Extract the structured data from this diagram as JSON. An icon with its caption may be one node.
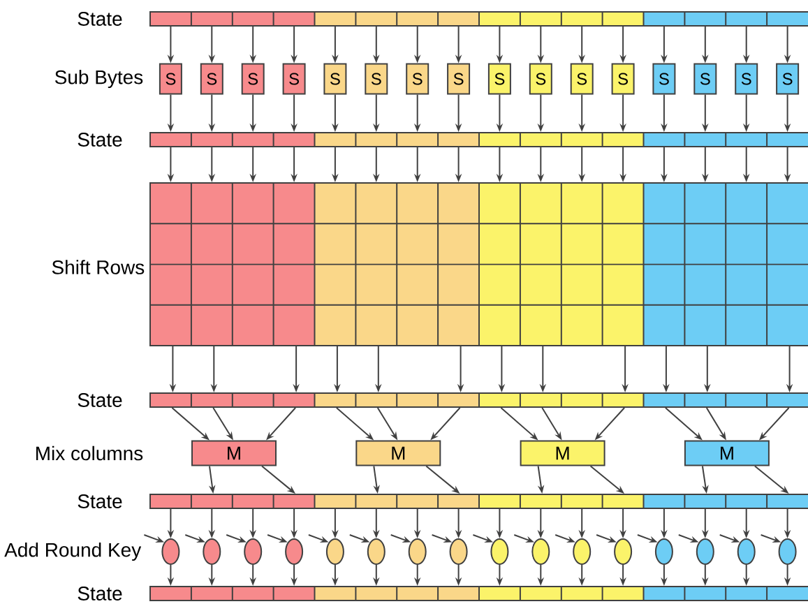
{
  "diagram": {
    "nodes": [
      {
        "text": [
          "State"
        ]
      },
      {
        "text": [
          "S"
        ]
      },
      {
        "text": [
          "S"
        ]
      },
      {
        "text": [
          "S"
        ]
      },
      {
        "text": [
          "S"
        ]
      },
      {
        "text": [
          "S"
        ]
      },
      {
        "text": [
          "S"
        ]
      },
      {
        "text": [
          "S"
        ]
      },
      {
        "text": [
          "S"
        ]
      },
      {
        "text": [
          "S"
        ]
      },
      {
        "text": [
          "S"
        ]
      },
      {
        "text": [
          "S"
        ]
      },
      {
        "text": [
          "S"
        ]
      },
      {
        "text": [
          "S"
        ]
      },
      {
        "text": [
          "S"
        ]
      },
      {
        "text": [
          "S"
        ]
      },
      {
        "text": [
          "S"
        ]
      },
      {
        "text": [
          "State"
        ]
      },
      {
        "text": [
          "Shift Rows"
        ]
      },
      {
        "text": [
          "State"
        ]
      },
      {
        "text": [
          "M"
        ]
      },
      {
        "text": [
          "M"
        ]
      },
      {
        "text": [
          "M"
        ]
      },
      {
        "text": [
          "M"
        ]
      },
      {
        "text": [
          "State"
        ]
      },
      {
        "text": [],
        "shape": "circle"
      },
      {
        "text": [],
        "shape": "circle"
      },
      {
        "text": [],
        "shape": "circle"
      },
      {
        "text": [],
        "shape": "circle"
      },
      {
        "text": [],
        "shape": "circle"
      },
      {
        "text": [],
        "shape": "circle"
      },
      {
        "text": [],
        "shape": "circle"
      },
      {
        "text": [],
        "shape": "circle"
      },
      {
        "text": [],
        "shape": "circle"
      },
      {
        "text": [],
        "shape": "circle"
      },
      {
        "text": [],
        "shape": "circle"
      },
      {
        "text": [],
        "shape": "circle"
      },
      {
        "text": [],
        "shape": "circle"
      },
      {
        "text": [],
        "shape": "circle"
      },
      {
        "text": [],
        "shape": "circle"
      },
      {
        "text": [],
        "shape": "circle"
      },
      {
        "text": [
          "State"
        ]
      }
    ],
    "edges": [
      {
        "from": 0,
        "to": 1,
        "arrow": "to"
      },
      {
        "from": 0,
        "to": 2,
        "arrow": "to"
      },
      {
        "from": 0,
        "to": 3,
        "arrow": "to"
      },
      {
        "from": 0,
        "to": 4,
        "arrow": "to"
      },
      {
        "from": 0,
        "to": 5,
        "arrow": "to"
      },
      {
        "from": 0,
        "to": 6,
        "arrow": "to"
      },
      {
        "from": 0,
        "to": 7,
        "arrow": "to"
      },
      {
        "from": 0,
        "to": 8,
        "arrow": "to"
      },
      {
        "from": 0,
        "to": 9,
        "arrow": "to"
      },
      {
        "from": 0,
        "to": 10,
        "arrow": "to"
      },
      {
        "from": 0,
        "to": 11,
        "arrow": "to"
      },
      {
        "from": 0,
        "to": 12,
        "arrow": "to"
      },
      {
        "from": 0,
        "to": 13,
        "arrow": "to"
      },
      {
        "from": 0,
        "to": 14,
        "arrow": "to"
      },
      {
        "from": 0,
        "to": 15,
        "arrow": "to"
      },
      {
        "from": 0,
        "to": 16,
        "arrow": "to"
      },
      {
        "from": 1,
        "to": 17,
        "arrow": "to"
      },
      {
        "from": 2,
        "to": 17,
        "arrow": "to"
      },
      {
        "from": 3,
        "to": 17,
        "arrow": "to"
      },
      {
        "from": 4,
        "to": 17,
        "arrow": "to"
      },
      {
        "from": 5,
        "to": 17,
        "arrow": "to"
      },
      {
        "from": 6,
        "to": 17,
        "arrow": "to"
      },
      {
        "from": 7,
        "to": 17,
        "arrow": "to"
      },
      {
        "from": 8,
        "to": 17,
        "arrow": "to"
      },
      {
        "from": 9,
        "to": 17,
        "arrow": "to"
      },
      {
        "from": 10,
        "to": 17,
        "arrow": "to"
      },
      {
        "from": 11,
        "to": 17,
        "arrow": "to"
      },
      {
        "from": 12,
        "to": 17,
        "arrow": "to"
      },
      {
        "from": 13,
        "to": 17,
        "arrow": "to"
      },
      {
        "from": 14,
        "to": 17,
        "arrow": "to"
      },
      {
        "from": 15,
        "to": 17,
        "arrow": "to"
      },
      {
        "from": 16,
        "to": 17,
        "arrow": "to"
      },
      {
        "from": 17,
        "to": 18,
        "arrow": "to"
      },
      {
        "from": 17,
        "to": 18,
        "arrow": "to"
      },
      {
        "from": 17,
        "to": 18,
        "arrow": "to"
      },
      {
        "from": 17,
        "to": 18,
        "arrow": "to"
      },
      {
        "from": 17,
        "to": 18,
        "arrow": "to"
      },
      {
        "from": 17,
        "to": 18,
        "arrow": "to"
      },
      {
        "from": 17,
        "to": 18,
        "arrow": "to"
      },
      {
        "from": 17,
        "to": 18,
        "arrow": "to"
      },
      {
        "from": 17,
        "to": 18,
        "arrow": "to"
      },
      {
        "from": 17,
        "to": 18,
        "arrow": "to"
      },
      {
        "from": 17,
        "to": 18,
        "arrow": "to"
      },
      {
        "from": 17,
        "to": 18,
        "arrow": "to"
      },
      {
        "from": 17,
        "to": 18,
        "arrow": "to"
      },
      {
        "from": 17,
        "to": 18,
        "arrow": "to"
      },
      {
        "from": 17,
        "to": 18,
        "arrow": "to"
      },
      {
        "from": 17,
        "to": 18,
        "arrow": "to"
      },
      {
        "from": 18,
        "to": 19,
        "arrow": "to"
      },
      {
        "from": 18,
        "to": 19,
        "arrow": "to"
      },
      {
        "from": 18,
        "to": 19,
        "arrow": "to"
      },
      {
        "from": 18,
        "to": 19,
        "arrow": "to"
      },
      {
        "from": 18,
        "to": 19,
        "arrow": "to"
      },
      {
        "from": 18,
        "to": 19,
        "arrow": "to"
      },
      {
        "from": 18,
        "to": 19,
        "arrow": "to"
      },
      {
        "from": 18,
        "to": 19,
        "arrow": "to"
      },
      {
        "from": 18,
        "to": 19,
        "arrow": "to"
      },
      {
        "from": 18,
        "to": 19,
        "arrow": "to"
      },
      {
        "from": 18,
        "to": 19,
        "arrow": "to"
      },
      {
        "from": 18,
        "to": 19,
        "arrow": "to"
      },
      {
        "from": 19,
        "to": 20,
        "arrow": "to"
      },
      {
        "from": 19,
        "to": 20,
        "arrow": "to"
      },
      {
        "from": 19,
        "to": 20,
        "arrow": "to"
      },
      {
        "from": 19,
        "to": 21,
        "arrow": "to"
      },
      {
        "from": 19,
        "to": 21,
        "arrow": "to"
      },
      {
        "from": 19,
        "to": 21,
        "arrow": "to"
      },
      {
        "from": 19,
        "to": 22,
        "arrow": "to"
      },
      {
        "from": 19,
        "to": 22,
        "arrow": "to"
      },
      {
        "from": 19,
        "to": 22,
        "arrow": "to"
      },
      {
        "from": 19,
        "to": 23,
        "arrow": "to"
      },
      {
        "from": 19,
        "to": 23,
        "arrow": "to"
      },
      {
        "from": 19,
        "to": 23,
        "arrow": "to"
      },
      {
        "from": 20,
        "to": 24,
        "arrow": "to"
      },
      {
        "from": 20,
        "to": 24,
        "arrow": "to"
      },
      {
        "from": 21,
        "to": 24,
        "arrow": "to"
      },
      {
        "from": 21,
        "to": 24,
        "arrow": "to"
      },
      {
        "from": 22,
        "to": 24,
        "arrow": "to"
      },
      {
        "from": 22,
        "to": 24,
        "arrow": "to"
      },
      {
        "from": 23,
        "to": 24,
        "arrow": "to"
      },
      {
        "from": 23,
        "to": 24,
        "arrow": "to"
      },
      {
        "from": 24,
        "to": 25,
        "arrow": "to"
      },
      {
        "from": 24,
        "to": 26,
        "arrow": "to"
      },
      {
        "from": 24,
        "to": 27,
        "arrow": "to"
      },
      {
        "from": 24,
        "to": 28,
        "arrow": "to"
      },
      {
        "from": 24,
        "to": 29,
        "arrow": "to"
      },
      {
        "from": 24,
        "to": 30,
        "arrow": "to"
      },
      {
        "from": 24,
        "to": 31,
        "arrow": "to"
      },
      {
        "from": 24,
        "to": 32,
        "arrow": "to"
      },
      {
        "from": 24,
        "to": 33,
        "arrow": "to"
      },
      {
        "from": 24,
        "to": 34,
        "arrow": "to"
      },
      {
        "from": 24,
        "to": 35,
        "arrow": "to"
      },
      {
        "from": 24,
        "to": 36,
        "arrow": "to"
      },
      {
        "from": 24,
        "to": 37,
        "arrow": "to"
      },
      {
        "from": 24,
        "to": 38,
        "arrow": "to"
      },
      {
        "from": 24,
        "to": 39,
        "arrow": "to"
      },
      {
        "from": 24,
        "to": 40,
        "arrow": "to"
      },
      {
        "from": null,
        "to": 25,
        "arrow": "to"
      },
      {
        "from": null,
        "to": 26,
        "arrow": "to"
      },
      {
        "from": null,
        "to": 27,
        "arrow": "to"
      },
      {
        "from": null,
        "to": 28,
        "arrow": "to"
      },
      {
        "from": null,
        "to": 29,
        "arrow": "to"
      },
      {
        "from": null,
        "to": 30,
        "arrow": "to"
      },
      {
        "from": null,
        "to": 31,
        "arrow": "to"
      },
      {
        "from": null,
        "to": 32,
        "arrow": "to"
      },
      {
        "from": null,
        "to": 33,
        "arrow": "to"
      },
      {
        "from": null,
        "to": 34,
        "arrow": "to"
      },
      {
        "from": null,
        "to": 35,
        "arrow": "to"
      },
      {
        "from": null,
        "to": 36,
        "arrow": "to"
      },
      {
        "from": null,
        "to": 37,
        "arrow": "to"
      },
      {
        "from": null,
        "to": 38,
        "arrow": "to"
      },
      {
        "from": null,
        "to": 39,
        "arrow": "to"
      },
      {
        "from": null,
        "to": 40,
        "arrow": "to"
      },
      {
        "from": 25,
        "to": 41,
        "arrow": "to"
      },
      {
        "from": 26,
        "to": 41,
        "arrow": "to"
      },
      {
        "from": 27,
        "to": 41,
        "arrow": "to"
      },
      {
        "from": 28,
        "to": 41,
        "arrow": "to"
      },
      {
        "from": 29,
        "to": 41,
        "arrow": "to"
      },
      {
        "from": 30,
        "to": 41,
        "arrow": "to"
      },
      {
        "from": 31,
        "to": 41,
        "arrow": "to"
      },
      {
        "from": 32,
        "to": 41,
        "arrow": "to"
      },
      {
        "from": 33,
        "to": 41,
        "arrow": "to"
      },
      {
        "from": 34,
        "to": 41,
        "arrow": "to"
      },
      {
        "from": 35,
        "to": 41,
        "arrow": "to"
      },
      {
        "from": 36,
        "to": 41,
        "arrow": "to"
      },
      {
        "from": 37,
        "to": 41,
        "arrow": "to"
      },
      {
        "from": 38,
        "to": 41,
        "arrow": "to"
      },
      {
        "from": 39,
        "to": 41,
        "arrow": "to"
      },
      {
        "from": 40,
        "to": 41,
        "arrow": "to"
      }
    ],
    "labels": [
      "Sub Bytes",
      "Mix columns",
      "Add Round Key"
    ]
  }
}
